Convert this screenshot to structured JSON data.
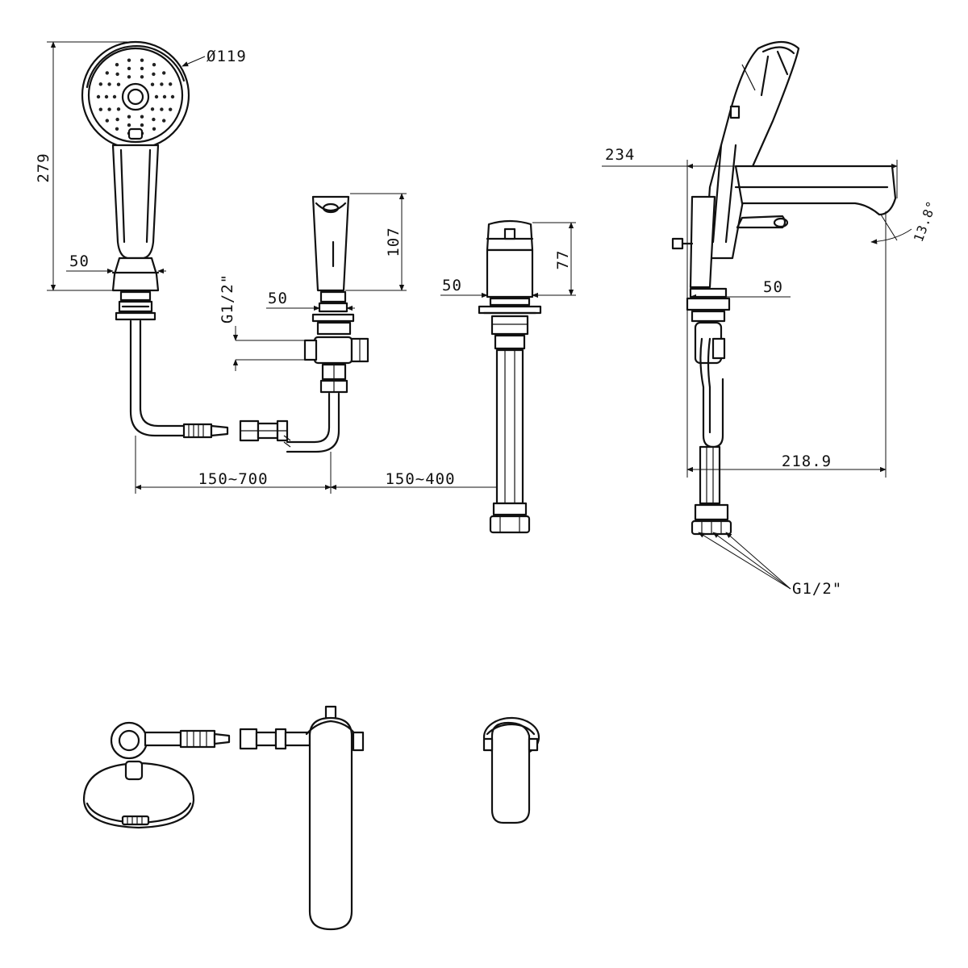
{
  "dimensions": {
    "handshower_height": "279",
    "handshower_diameter": "Ø119",
    "handshower_base": "50",
    "diverter_height": "107",
    "diverter_base": "50",
    "thread_diverter": "G1/2\"",
    "valve_height": "77",
    "valve_base": "50",
    "hose_span": "150~700",
    "pipe_span": "150~400",
    "spout_length": "234",
    "spout_angle": "13.8°",
    "spout_base": "50",
    "spout_reach": "218.9",
    "thread_spout": "G1/2\""
  }
}
